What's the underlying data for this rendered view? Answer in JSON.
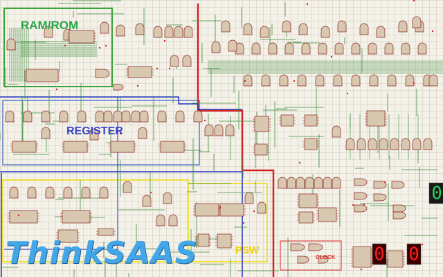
{
  "regions": {
    "ram_rom": "RAM/ROM",
    "register": "REGISTER",
    "psw": "PSW",
    "clock": "CLOCK"
  },
  "watermark": "ThinkSAAS",
  "displays": [
    "0",
    "0",
    "0"
  ],
  "colors": {
    "background": "#f3f1e8",
    "wire": "#3f8f3f",
    "bus_red": "#d42020",
    "bus_blue": "#2035c0",
    "ram_border": "#3aa63a",
    "register_border": "#5a7ac8",
    "psw_border": "#f0e040",
    "component_fill": "#d8c8b0",
    "component_stroke": "#8a2020",
    "led_green": "#2ad05a",
    "led_red": "#ff2020"
  }
}
